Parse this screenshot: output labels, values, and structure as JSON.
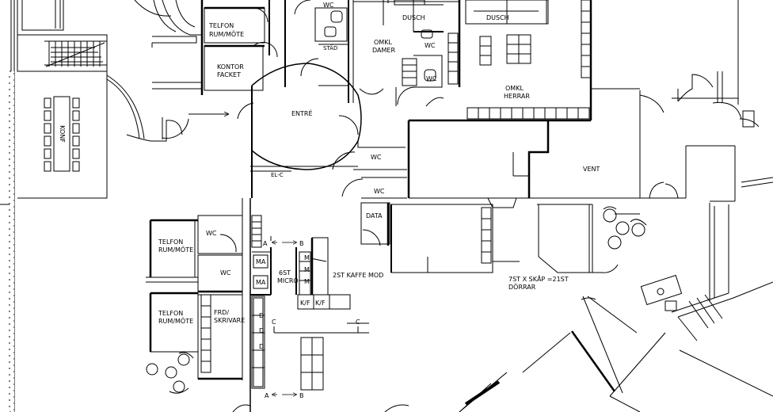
{
  "rooms": {
    "wc_top": "WC",
    "dusch_1": "DUSCH",
    "dusch_2": "DUSCH",
    "telefon_top_1": "TELFON",
    "telefon_top_2": "RUM/MÖTE",
    "kontor_1": "KONTOR",
    "kontor_2": "FACKET",
    "stad": "STÄD",
    "omkl_damer_1": "OMKL",
    "omkl_damer_2": "DAMER",
    "wc_damer_1": "WC",
    "wc_damer_2": "WC",
    "omkl_herrar_1": "OMKL",
    "omkl_herrar_2": "HERRAR",
    "konf": "KONF",
    "entre": "ENTRÉ",
    "el_c": "EL-C",
    "wc_mid_1": "WC",
    "wc_mid_2": "WC",
    "data": "DATA",
    "vent": "VENT",
    "telefon_mid_1": "TELFON",
    "telefon_mid_2": "RUM/MÖTE",
    "wc_left_1": "WC",
    "wc_left_2": "WC",
    "telefon_low_1": "TELFON",
    "telefon_low_2": "RUM/MÖTE",
    "frd_1": "FRD/",
    "frd_2": "SKRIVARE",
    "skap_1": "7ST X SKÅP =21ST",
    "skap_2": "DÖRRAR"
  },
  "kitchen": {
    "ma_1": "MA",
    "ma_2": "MA",
    "micro_1": "6ST",
    "micro_2": "MICRO",
    "kaffe": "2ST KAFFE MOD",
    "m_1": "M",
    "m_2": "M",
    "m_3": "M",
    "kf_1": "K/F",
    "kf_2": "K/F",
    "d_1": "D",
    "d_2": "D",
    "d_3": "D"
  },
  "section_marks": {
    "a_top": "A",
    "b_top": "B",
    "a_bottom": "A",
    "b_bottom": "B",
    "c_left": "C",
    "c_right": "C"
  }
}
